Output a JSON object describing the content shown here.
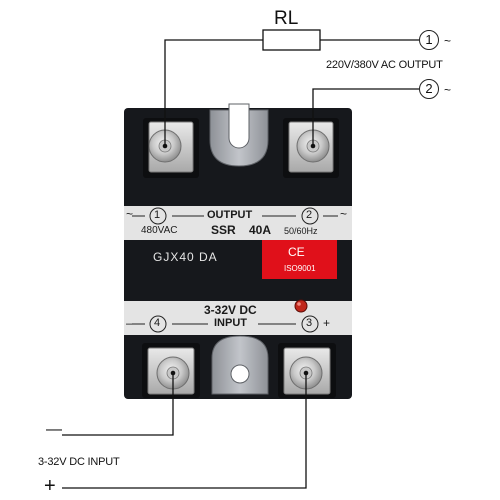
{
  "load": {
    "label": "RL"
  },
  "output_terminals": [
    {
      "number": "1",
      "suffix": "~"
    },
    {
      "number": "2",
      "suffix": "~"
    }
  ],
  "output_caption": "220V/380V AC OUTPUT",
  "input_caption": "3-32V DC INPUT",
  "input_signs": {
    "minus": "—",
    "plus": "+"
  },
  "panel": {
    "output_header": "OUTPUT",
    "out_left_num": "1",
    "out_left_sym": "~",
    "out_right_num": "2",
    "out_right_sym": "~",
    "voltage_ac": "480VAC",
    "model_ssr": "SSR",
    "current": "40A",
    "frequency": "50/60Hz",
    "model_code": "GJX40  DA",
    "ce_mark": "CE",
    "iso": "ISO9001",
    "input_voltage": "3-32V DC",
    "input_header": "INPUT",
    "in_left_num": "4",
    "in_left_sym": "–",
    "in_right_num": "3",
    "in_right_sym": "+"
  },
  "colors": {
    "body": "#16181c",
    "panel_light": "#e4e4e4",
    "red_label": "#e0101a",
    "mount_tab": "#a3a6ac",
    "led": "#c0271b",
    "wire": "#111111"
  },
  "icons": [
    "resistor-icon",
    "screw-terminal-icon",
    "led-indicator-icon",
    "ce-mark-icon"
  ]
}
